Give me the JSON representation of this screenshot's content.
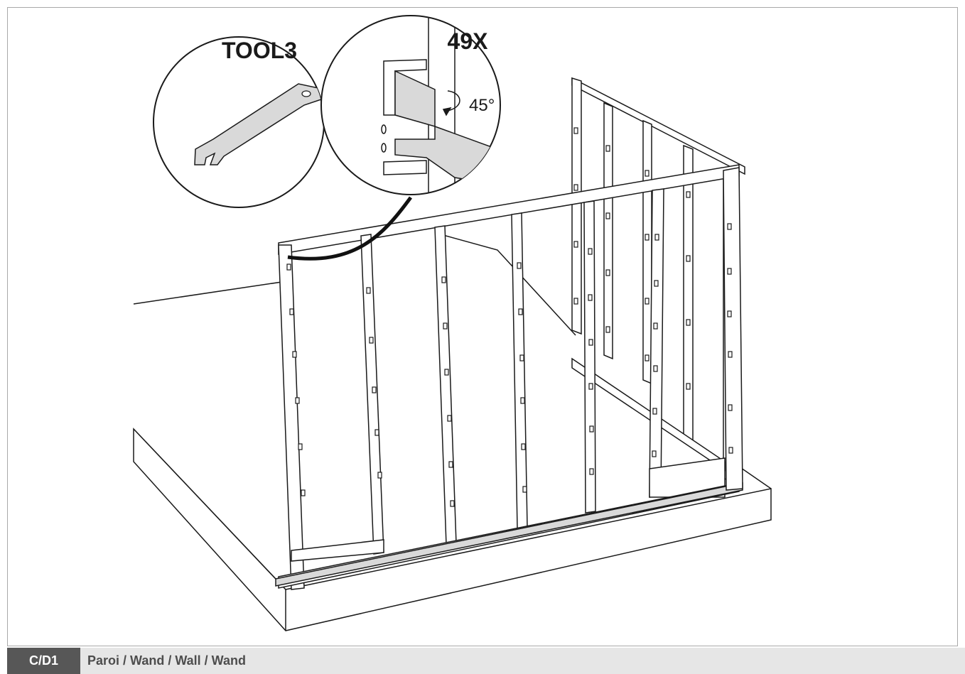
{
  "tool_callout": {
    "label": "TOOL3",
    "icon": "wrench-icon"
  },
  "detail_callout": {
    "quantity": "49X",
    "angle": "45°",
    "icon": "rotate-arrow-icon"
  },
  "footer": {
    "step_code": "C/D1",
    "title": "Paroi / Wand / Wall / Wand"
  },
  "colors": {
    "line": "#1a1a1a",
    "metal": "#d9d9d9",
    "footer_bg": "#e6e6e6",
    "step_bg": "#575757"
  }
}
